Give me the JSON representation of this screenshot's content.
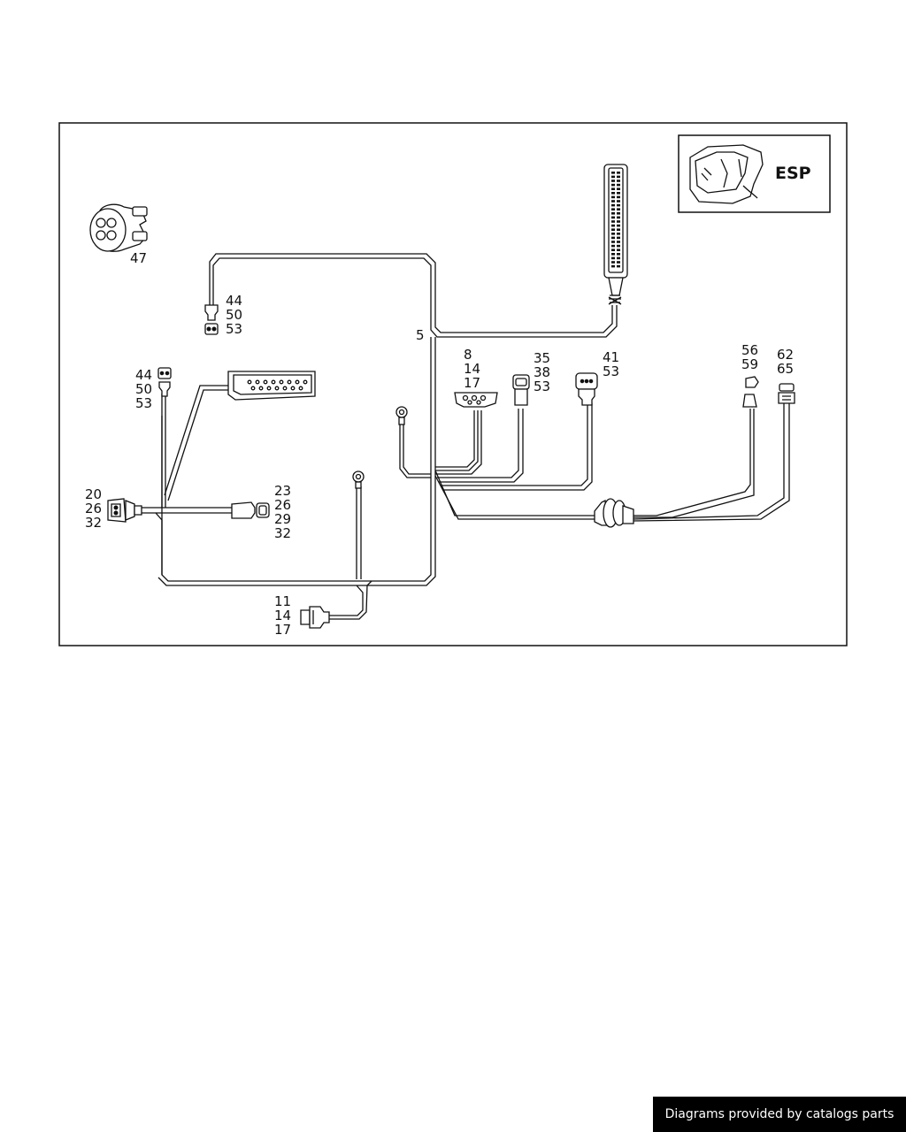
{
  "diagram": {
    "badge": "ESP",
    "callouts": {
      "c47": [
        "47"
      ],
      "c44a": [
        "44",
        "50",
        "53"
      ],
      "c5": [
        "5"
      ],
      "c8": [
        "8",
        "14",
        "17"
      ],
      "c35": [
        "35",
        "38",
        "53"
      ],
      "c41": [
        "41",
        "53"
      ],
      "c56": [
        "56",
        "59"
      ],
      "c62": [
        "62",
        "65"
      ],
      "c44b": [
        "44",
        "50",
        "53"
      ],
      "c20": [
        "20",
        "26",
        "32"
      ],
      "c23": [
        "23",
        "26",
        "29",
        "32"
      ],
      "c11": [
        "11",
        "14",
        "17"
      ]
    }
  },
  "footer": {
    "text": "Diagrams provided by catalogs parts"
  }
}
